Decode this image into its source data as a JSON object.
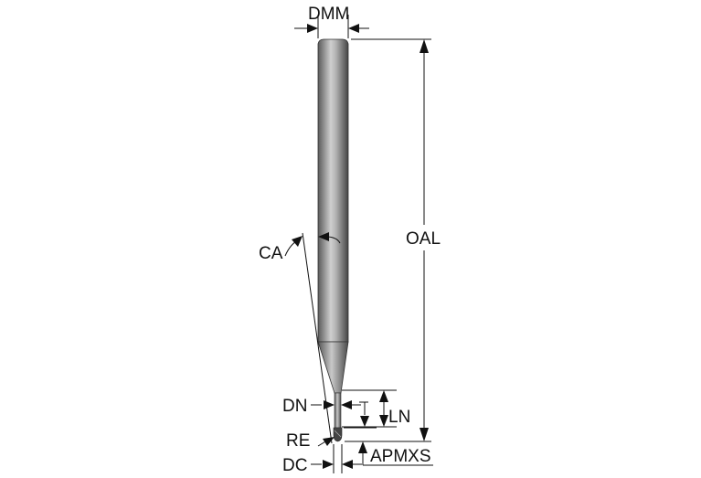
{
  "labels": {
    "dmm": "DMM",
    "oal": "OAL",
    "ca": "CA",
    "dn": "DN",
    "ln": "LN",
    "re": "RE",
    "dc": "DC",
    "apmxs": "APMXS"
  },
  "colors": {
    "line": "#111111",
    "tool_dark": "#4a4a4a",
    "tool_mid": "#9a9a9a",
    "tool_light": "#d8d8d8",
    "background": "#ffffff"
  }
}
